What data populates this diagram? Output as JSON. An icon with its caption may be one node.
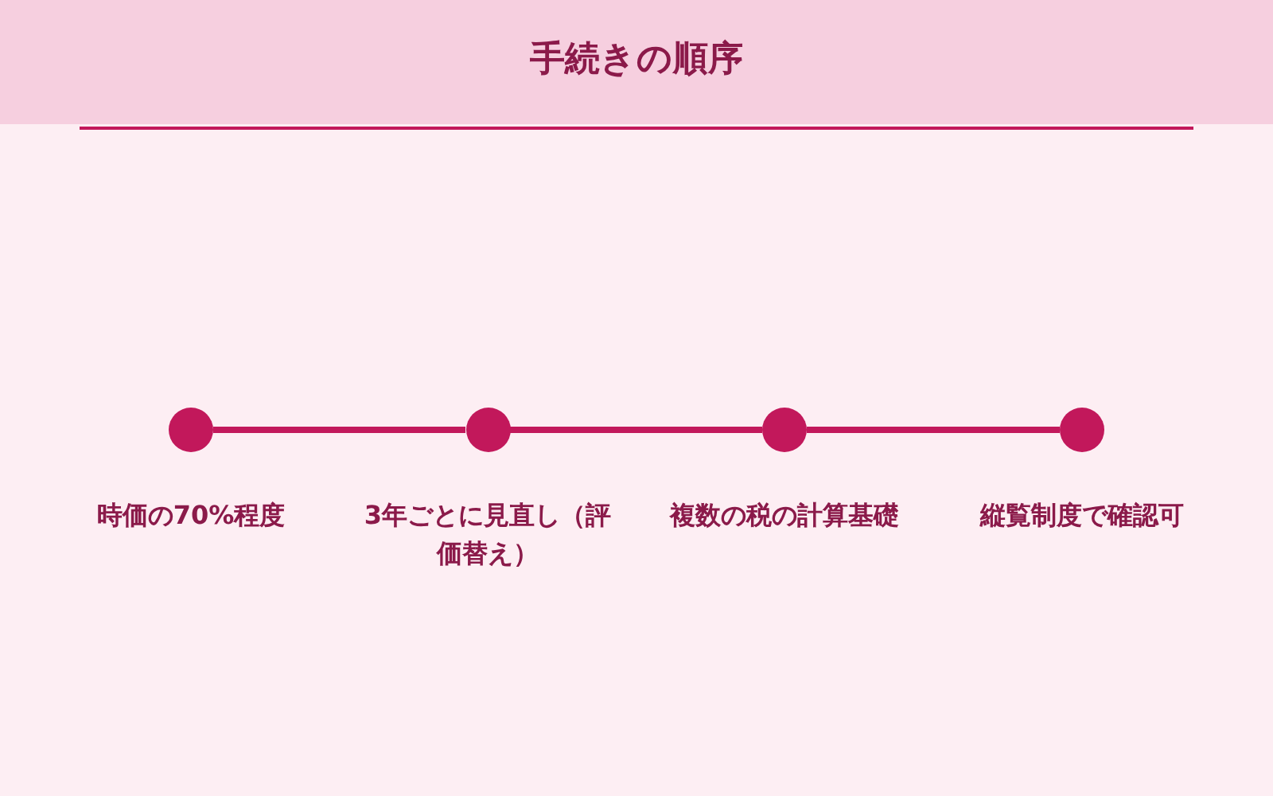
{
  "diagram": {
    "title": "手続きの順序",
    "nodes": [
      {
        "text": [],
        "shape": "circle",
        "beside": [
          "時価の70%程度"
        ]
      },
      {
        "text": [],
        "shape": "circle",
        "beside": [
          "3年ごとに見直し（評価替え）"
        ]
      },
      {
        "text": [],
        "shape": "circle",
        "beside": [
          "複数の税の計算基礎"
        ]
      },
      {
        "text": [],
        "shape": "circle",
        "beside": [
          "縦覧制度で確認可"
        ]
      }
    ],
    "edges": [
      {
        "from": 0,
        "to": 1,
        "arrow": "none"
      },
      {
        "from": 1,
        "to": 2,
        "arrow": "none"
      },
      {
        "from": 2,
        "to": 3,
        "arrow": "none"
      }
    ]
  }
}
